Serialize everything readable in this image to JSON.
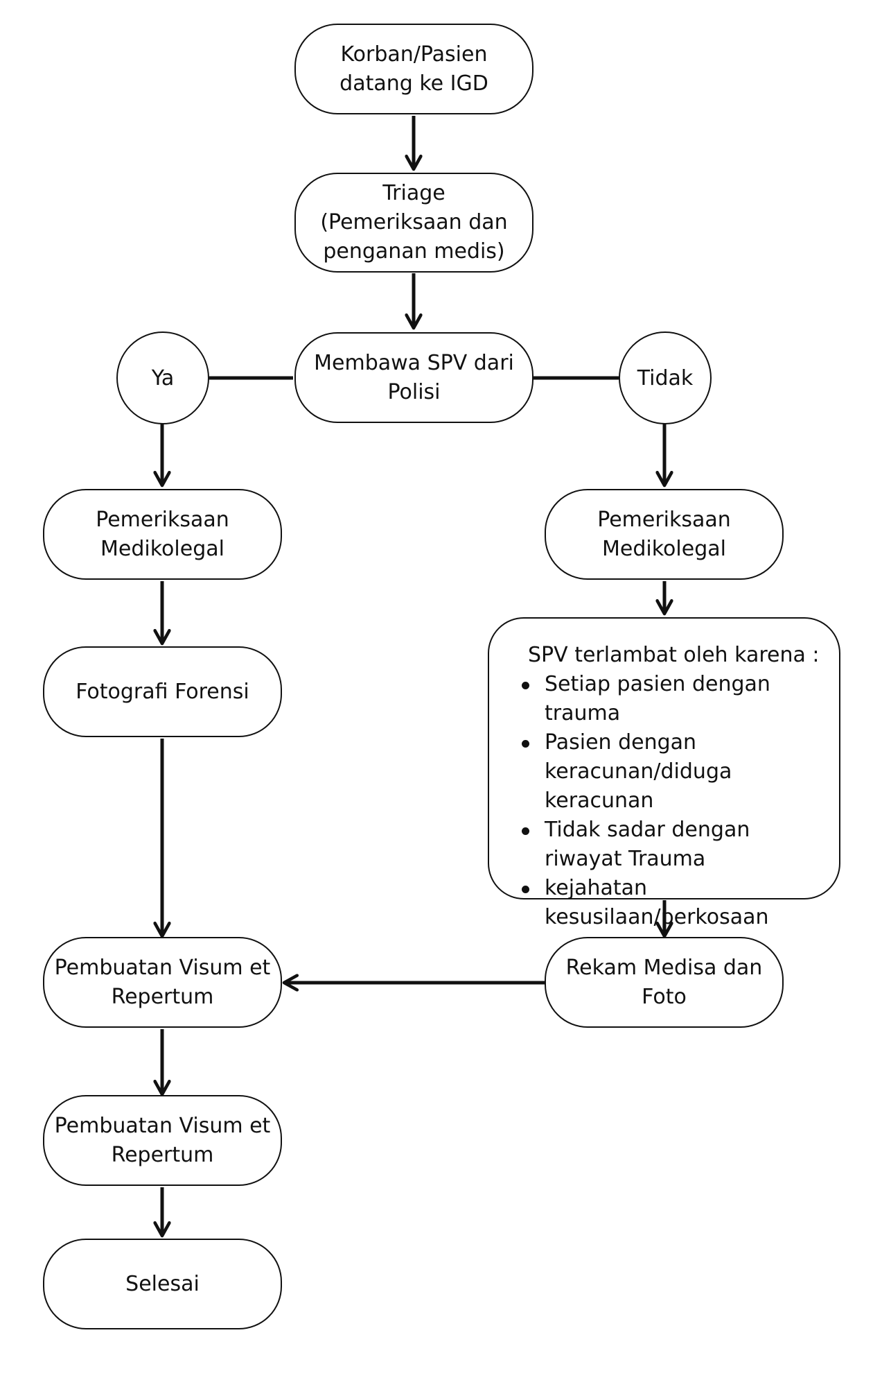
{
  "nodes": {
    "start": [
      "Korban/Pasien",
      "datang ke IGD"
    ],
    "triage": [
      "Triage",
      "(Pemeriksaan dan",
      "penganan medis)"
    ],
    "spv": [
      "Membawa SPV dari",
      "Polisi"
    ],
    "yes": "Ya",
    "no": "Tidak",
    "exam_left": [
      "Pemeriksaan",
      "Medikolegal"
    ],
    "exam_right": [
      "Pemeriksaan",
      "Medikolegal"
    ],
    "photo": "Fotografi Forensi",
    "note": {
      "heading": "SPV terlambat oleh karena :",
      "items": [
        "Setiap pasien dengan trauma",
        "Pasien dengan keracunan/diduga keracunan",
        "Tidak sadar dengan riwayat Trauma",
        "kejahatan kesusilaan/perkosaan"
      ]
    },
    "records": [
      "Rekam Medisa dan",
      "Foto"
    ],
    "visum1": [
      "Pembuatan Visum et",
      "Repertum"
    ],
    "visum2": [
      "Pembuatan Visum et",
      "Repertum"
    ],
    "end": "Selesai"
  }
}
